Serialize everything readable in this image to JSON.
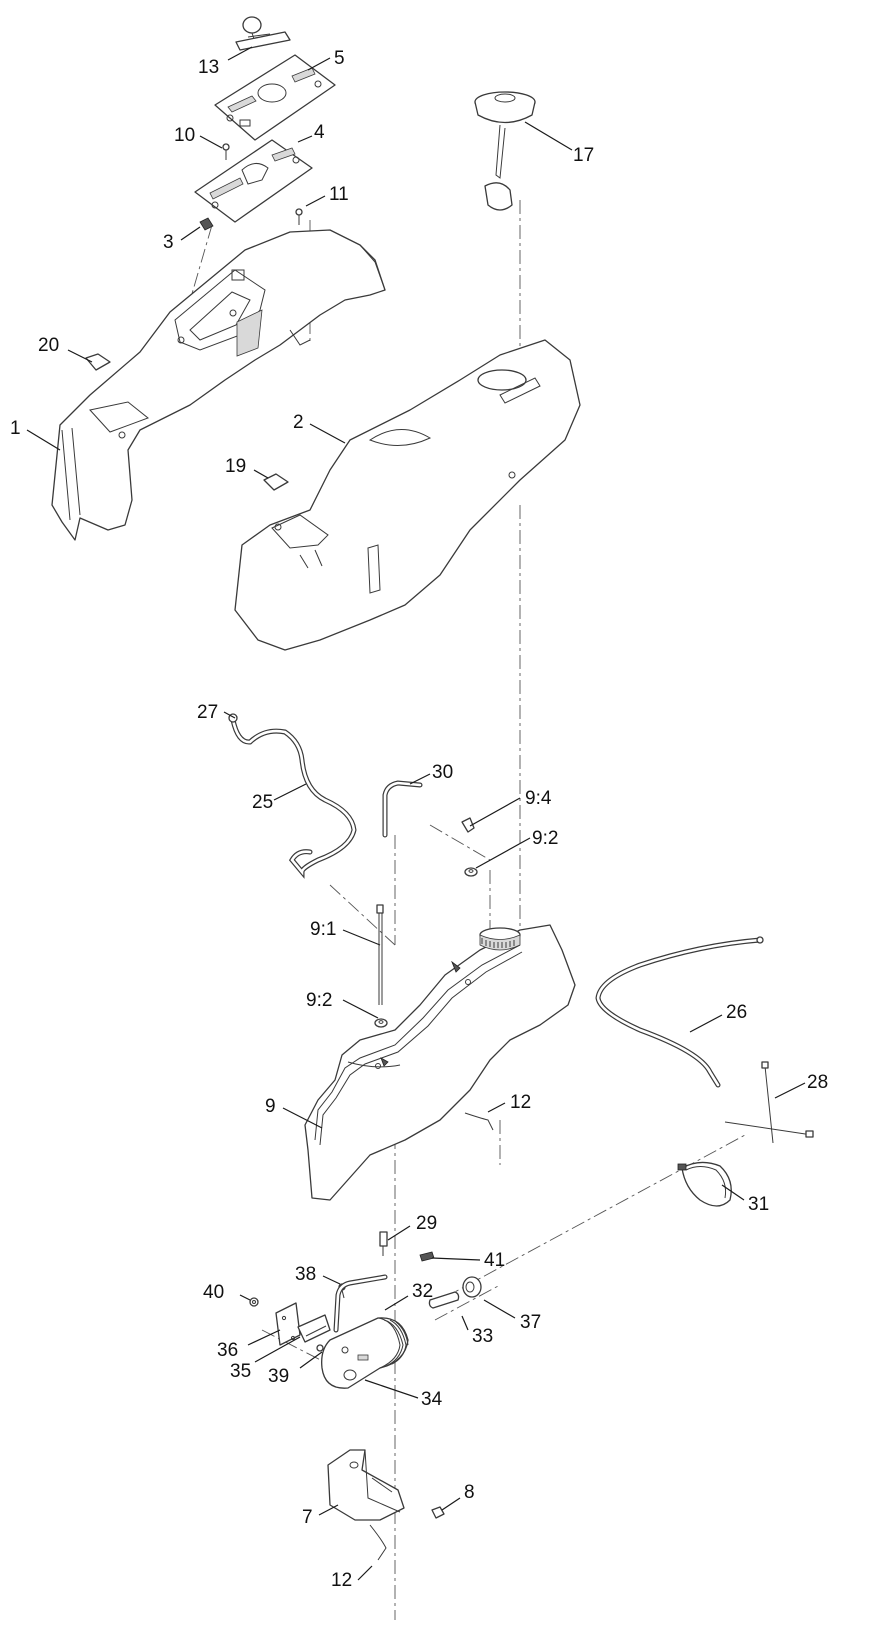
{
  "callouts": {
    "c1": "1",
    "c2": "2",
    "c3": "3",
    "c4": "4",
    "c5": "5",
    "c7": "7",
    "c8": "8",
    "c9": "9",
    "c9_1": "9:1",
    "c9_2a": "9:2",
    "c9_2b": "9:2",
    "c9_4": "9:4",
    "c10": "10",
    "c11": "11",
    "c12a": "12",
    "c12b": "12",
    "c13": "13",
    "c17": "17",
    "c19": "19",
    "c20": "20",
    "c25": "25",
    "c26": "26",
    "c27": "27",
    "c28": "28",
    "c29": "29",
    "c30": "30",
    "c31": "31",
    "c32": "32",
    "c33": "33",
    "c34": "34",
    "c35": "35",
    "c36": "36",
    "c37": "37",
    "c38": "38",
    "c39": "39",
    "c40": "40",
    "c41": "41"
  }
}
